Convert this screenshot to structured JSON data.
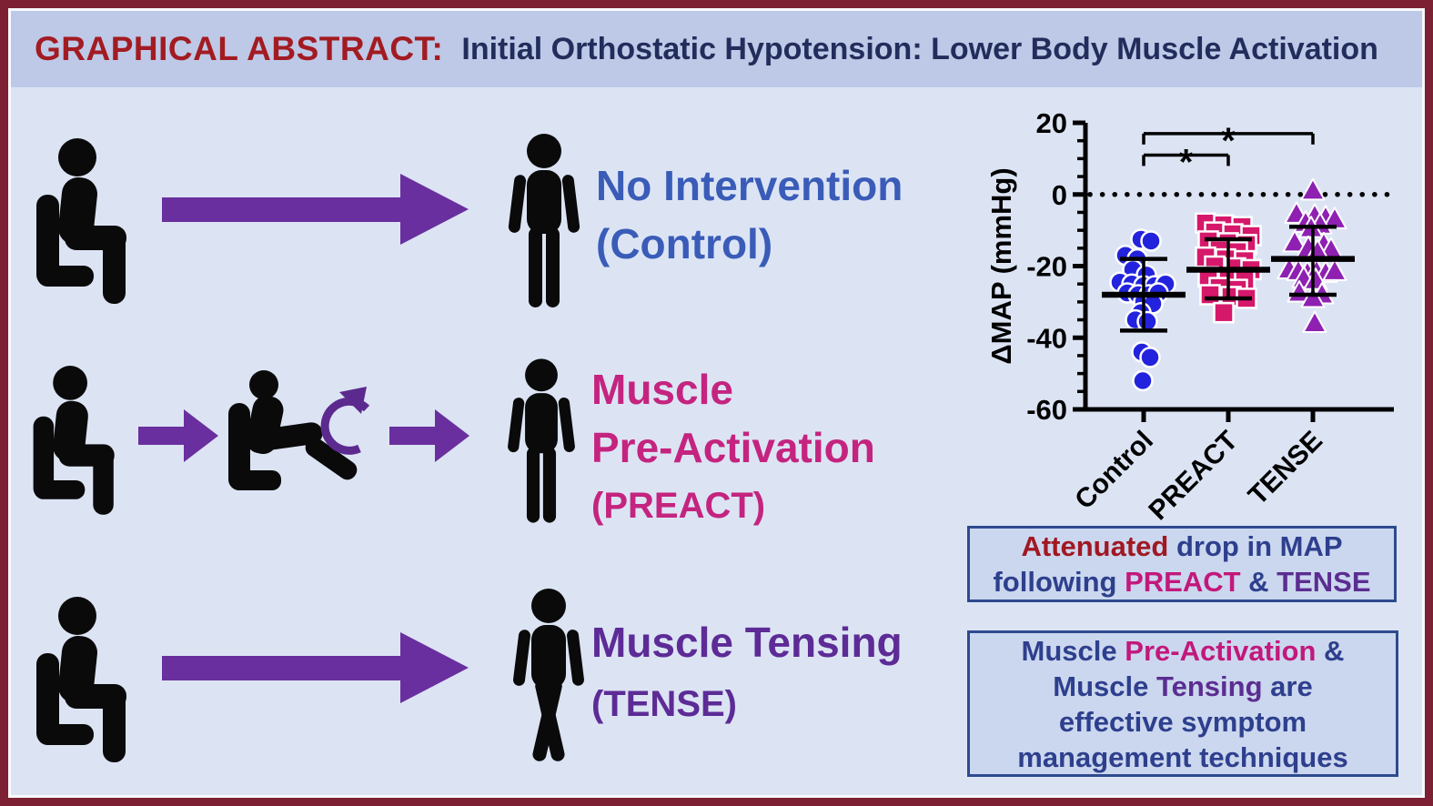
{
  "header": {
    "label": "GRAPHICAL ABSTRACT:",
    "label_color": "#a31b22",
    "title": "Initial Orthostatic Hypotension: Lower Body Muscle Activation",
    "title_color": "#232d5c"
  },
  "palette": {
    "frame_border": "#7d2033",
    "body_bg": "#dce4f4",
    "header_bg": "#bdc9e7",
    "arrow_purple": "#6a2f9e",
    "rotation_arrow_purple": "#5c2a8e",
    "box_bg": "#cbd7ee",
    "box_border": "#2e4a8f"
  },
  "icons": {
    "seated-person-icon": "black silhouette of person sitting on chair",
    "standing-person-icon": "black silhouette of standing person",
    "leg-raise-person-icon": "black silhouette of seated person raising legs",
    "crossed-legs-person-icon": "black silhouette of standing person with crossed legs",
    "arrow-right-icon": "solid purple right arrow",
    "rotation-arrow-icon": "purple circular rotation arrow"
  },
  "rows": [
    {
      "id": "control",
      "color": "#3a5cb8",
      "label_lines": [
        "No Intervention",
        "(Control)"
      ]
    },
    {
      "id": "preact",
      "color": "#c4247f",
      "label_lines": [
        "Muscle",
        "Pre-Activation",
        "(PREACT)"
      ]
    },
    {
      "id": "tense",
      "color": "#5d2b96",
      "label_lines": [
        "Muscle Tensing",
        "(TENSE)"
      ]
    }
  ],
  "chart_data": {
    "type": "scatter",
    "title": "",
    "xlabel": "",
    "ylabel": "ΔMAP (mmHg)",
    "ylim": [
      -60,
      20
    ],
    "yticks": [
      20,
      0,
      -20,
      -40,
      -60
    ],
    "minor_tick_step": 5,
    "zero_line": {
      "y": 0,
      "style": "dotted"
    },
    "grid": false,
    "legend": "none",
    "categories": [
      "Control",
      "PREACT",
      "TENSE"
    ],
    "series": [
      {
        "name": "Control",
        "marker": "circle",
        "color": "#2323dd",
        "mean": -28,
        "sd_top": -18,
        "sd_bottom": -38,
        "points": [
          [
            -3,
            -12.5
          ],
          [
            8,
            -13
          ],
          [
            -20,
            -17
          ],
          [
            -7,
            -18
          ],
          [
            -12,
            -21
          ],
          [
            3,
            -22.5
          ],
          [
            -26,
            -24.5
          ],
          [
            -13,
            -25
          ],
          [
            0,
            -25.5
          ],
          [
            12,
            -25.5
          ],
          [
            24,
            -25
          ],
          [
            -18,
            -27.5
          ],
          [
            -6,
            -28
          ],
          [
            6,
            -28
          ],
          [
            16,
            -27.5
          ],
          [
            0,
            -30
          ],
          [
            10,
            -30.5
          ],
          [
            -3,
            -33
          ],
          [
            -9,
            -35
          ],
          [
            4,
            -35.5
          ],
          [
            -2,
            -44
          ],
          [
            7,
            -45.5
          ],
          [
            -1,
            -52
          ]
        ]
      },
      {
        "name": "PREACT",
        "marker": "square",
        "color": "#d6186b",
        "mean": -21,
        "sd_top": -12.5,
        "sd_bottom": -29,
        "points": [
          [
            -25,
            -8
          ],
          [
            -5,
            -8.5
          ],
          [
            15,
            -9
          ],
          [
            -15,
            -10.5
          ],
          [
            5,
            -11
          ],
          [
            25,
            -11.5
          ],
          [
            -22,
            -13
          ],
          [
            0,
            -13.5
          ],
          [
            20,
            -14
          ],
          [
            -10,
            -15.5
          ],
          [
            10,
            -16
          ],
          [
            -25,
            -17.5
          ],
          [
            -3,
            -18
          ],
          [
            18,
            -18.5
          ],
          [
            -15,
            -20
          ],
          [
            8,
            -20.5
          ],
          [
            25,
            -21
          ],
          [
            -22,
            -23
          ],
          [
            0,
            -23.5
          ],
          [
            18,
            -24
          ],
          [
            -10,
            -26
          ],
          [
            10,
            -26.5
          ],
          [
            -20,
            -28
          ],
          [
            3,
            -28.5
          ],
          [
            20,
            -29
          ],
          [
            -5,
            -33
          ]
        ]
      },
      {
        "name": "TENSE",
        "marker": "triangle",
        "color": "#8e21b1",
        "mean": -18,
        "sd_top": -9,
        "sd_bottom": -28,
        "points": [
          [
            0,
            1
          ],
          [
            -18,
            -5.5
          ],
          [
            2,
            -6
          ],
          [
            14,
            -6.5
          ],
          [
            24,
            -7
          ],
          [
            -8,
            -8
          ],
          [
            8,
            -8.5
          ],
          [
            -2,
            -9.5
          ],
          [
            -20,
            -13.5
          ],
          [
            12,
            -14
          ],
          [
            -5,
            -15
          ],
          [
            20,
            -15.5
          ],
          [
            5,
            -16
          ],
          [
            -26,
            -21
          ],
          [
            -16,
            -21.5
          ],
          [
            -6,
            -22
          ],
          [
            4,
            -21.5
          ],
          [
            14,
            -22
          ],
          [
            24,
            -21.5
          ],
          [
            -10,
            -23.5
          ],
          [
            3,
            -24
          ],
          [
            -15,
            -27.5
          ],
          [
            10,
            -28
          ],
          [
            0,
            -29
          ],
          [
            2,
            -36
          ]
        ]
      }
    ],
    "significance": [
      {
        "groups": [
          "Control",
          "PREACT"
        ],
        "label": "*",
        "y": 11
      },
      {
        "groups": [
          "Control",
          "TENSE"
        ],
        "label": "*",
        "y": 17
      }
    ]
  },
  "conclusion_boxes": [
    {
      "lines": [
        [
          {
            "text": "Attenuated",
            "color": "#a01823"
          },
          {
            "text": " drop in MAP",
            "color": "#2e3f8e"
          }
        ],
        [
          {
            "text": "following ",
            "color": "#2e3f8e"
          },
          {
            "text": "PREACT",
            "color": "#c2187c"
          },
          {
            "text": " & ",
            "color": "#2e3f8e"
          },
          {
            "text": "TENSE",
            "color": "#5b2d91"
          }
        ]
      ]
    },
    {
      "lines": [
        [
          {
            "text": "Muscle ",
            "color": "#2e3f8e"
          },
          {
            "text": "Pre-Activation",
            "color": "#c2187c"
          },
          {
            "text": " &",
            "color": "#2e3f8e"
          }
        ],
        [
          {
            "text": "Muscle ",
            "color": "#2e3f8e"
          },
          {
            "text": "Tensing",
            "color": "#5b2d91"
          },
          {
            "text": " are",
            "color": "#2e3f8e"
          }
        ],
        [
          {
            "text": "effective symptom",
            "color": "#2e3f8e"
          }
        ],
        [
          {
            "text": "management techniques",
            "color": "#2e3f8e"
          }
        ]
      ]
    }
  ]
}
